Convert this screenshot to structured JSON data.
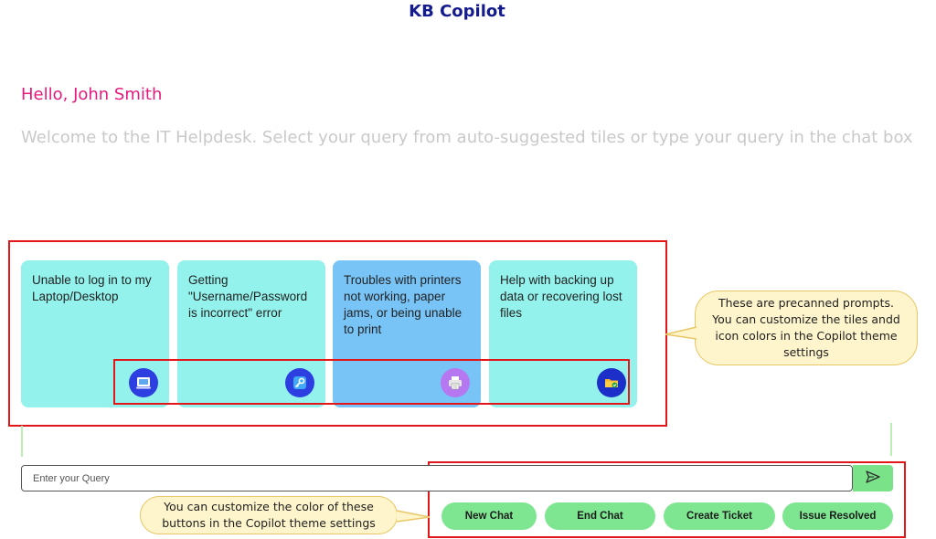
{
  "header": {
    "title": "KB Copilot"
  },
  "greeting": "Hello, John Smith",
  "welcome": "Welcome to the IT Helpdesk. Select your query from auto-suggested tiles or type your query in the chat box",
  "tiles": [
    {
      "label": "Unable to log in to my Laptop/Desktop",
      "icon": "laptop-icon",
      "color": "#93f2ec",
      "icon_color": "#2d3fe0"
    },
    {
      "label": "Getting \"Username/Password is incorrect\" error",
      "icon": "key-icon",
      "color": "#93f2ec",
      "icon_color": "#2d3fe0"
    },
    {
      "label": "Troubles with printers not working, paper jams, or being unable to print",
      "icon": "printer-icon",
      "color": "#78c4f7",
      "icon_color": "#b678f0"
    },
    {
      "label": "Help with backing up data or recovering lost files",
      "icon": "backup-folder-icon",
      "color": "#93f2ec",
      "icon_color": "#1c2fc9"
    }
  ],
  "callouts": {
    "tiles": "These are precanned prompts. You can customize the tiles andd icon colors in the Copilot theme settings",
    "buttons": "You can customize the color of these buttons in the Copilot theme settings"
  },
  "input": {
    "placeholder": "Enter your Query",
    "value": ""
  },
  "send_icon": "send-icon",
  "buttons": {
    "new_chat": "New Chat",
    "end_chat": "End Chat",
    "create_ticket": "Create Ticket",
    "issue_resolved": "Issue Resolved"
  },
  "colors": {
    "title": "#141b8e",
    "greeting": "#e8197d",
    "welcome": "#c9c9c9",
    "tile": "#93f2ec",
    "tile_selected": "#78c4f7",
    "button": "#7ee691",
    "annotation": "#e3161a",
    "callout": "#fff5cc"
  }
}
